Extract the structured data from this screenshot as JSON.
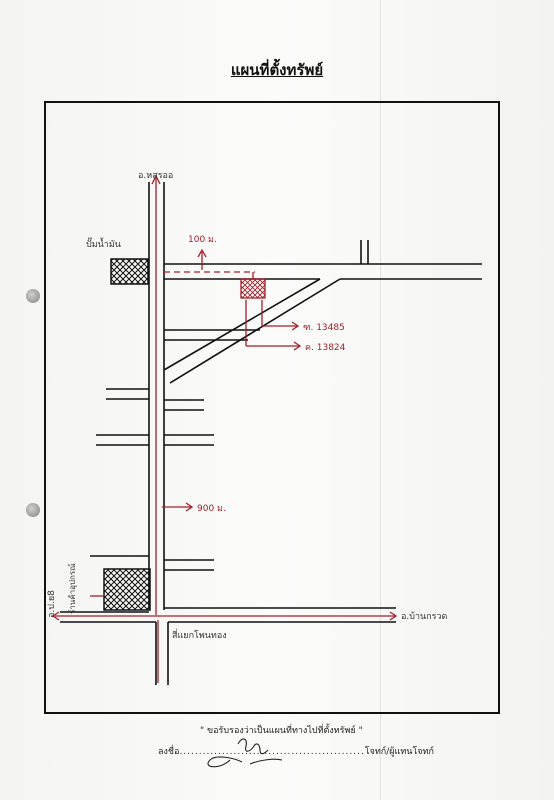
{
  "document": {
    "title": "แผนที่ตั้งทรัพย์"
  },
  "map": {
    "label_road_top": "อ.หสรออ",
    "label_gas_station": "ปั๊มน้ำมัน",
    "label_100m": "100 ม.",
    "label_deed_1": "ฑ. 13485",
    "label_deed_2": "ค. 13824",
    "label_900m": "900 ม.",
    "label_right_road": "อ.บ้านกรวด",
    "label_left_road": "อ.ป.ย8",
    "label_vertical_shop": "ร้านค้าอุปกรณ์",
    "label_bottom": "สี่แยกโพนทอง"
  },
  "certification": {
    "statement": "\" ขอรับรองว่าเป็นแผนที่ทางไปที่ตั้งทรัพย์ \"",
    "sign_prefix": "ลงชื่อ",
    "sign_suffix": "โจทก์/ผู้แทนโจทก์"
  },
  "colors": {
    "ink": "#111111",
    "red_ink": "#a1202a"
  }
}
